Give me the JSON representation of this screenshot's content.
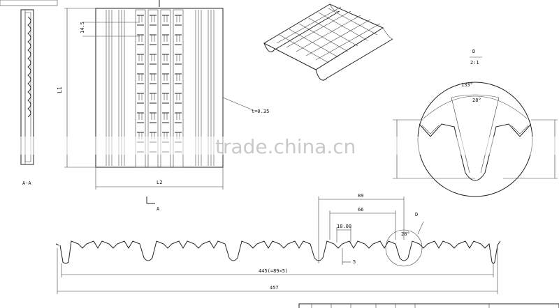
{
  "watermark": "trade.china.cn",
  "section_label": "A-A",
  "section_marker": "A",
  "plan_view": {
    "dim_height": "L1",
    "dim_width": "L2",
    "dim_pitch": "14.5",
    "thickness": "t=0.35"
  },
  "detail_view": {
    "title": "D",
    "scale": "2:1",
    "angle_outer": "133°",
    "angle_inner": "28°"
  },
  "profile_view": {
    "detail_callout": "D",
    "dim_89": "89",
    "dim_66": "66",
    "dim_1808": "18.08",
    "dim_5": "5",
    "angle": "28°",
    "dim_445": "445(=89×5)",
    "dim_457": "457"
  }
}
